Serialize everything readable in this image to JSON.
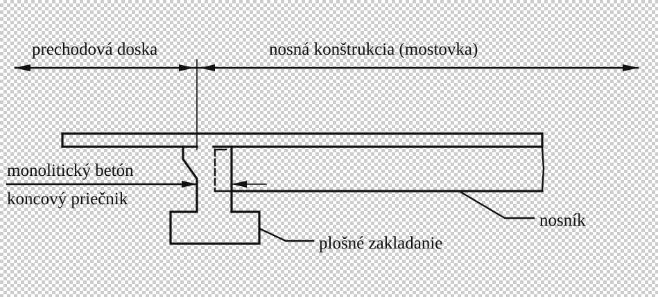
{
  "labels": {
    "transition_slab": "prechodová doska",
    "superstructure": "nosná konštrukcia (mostovka)",
    "monolithic_concrete": "monolitický betón",
    "end_crossbeam": "koncový priečnik",
    "girder": "nosník",
    "spread_foundation": "plošné zakladanie"
  },
  "colors": {
    "line": "#111111",
    "checker_light": "#ffffff",
    "checker_dark": "#cccccc"
  }
}
